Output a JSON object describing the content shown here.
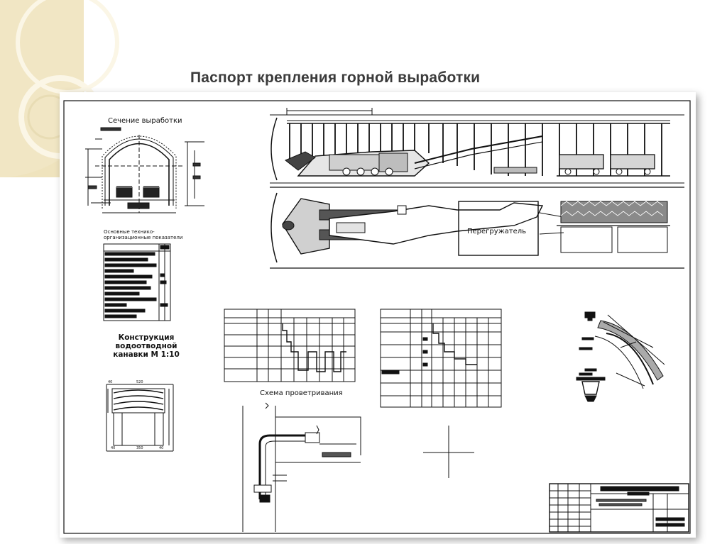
{
  "slide": {
    "title": "Паспорт крепления горной выработки"
  },
  "drawing": {
    "section_label": "Сечение выработки",
    "indicators_label": "Основные технико-организационные показатели",
    "canal_label": "Конструкция водоотводной канавки М 1:10",
    "ventilation_label": "Схема проветривания",
    "reloader_label": "Перегружатель",
    "canal_dims": {
      "top_left": "40",
      "top_mid": "520",
      "bottom_mid": "350",
      "bottom_left": "40",
      "bottom_right": "40"
    }
  },
  "colors": {
    "background_accent": "#efe3bd",
    "title_text": "#3b3b3b",
    "line": "#111111"
  }
}
